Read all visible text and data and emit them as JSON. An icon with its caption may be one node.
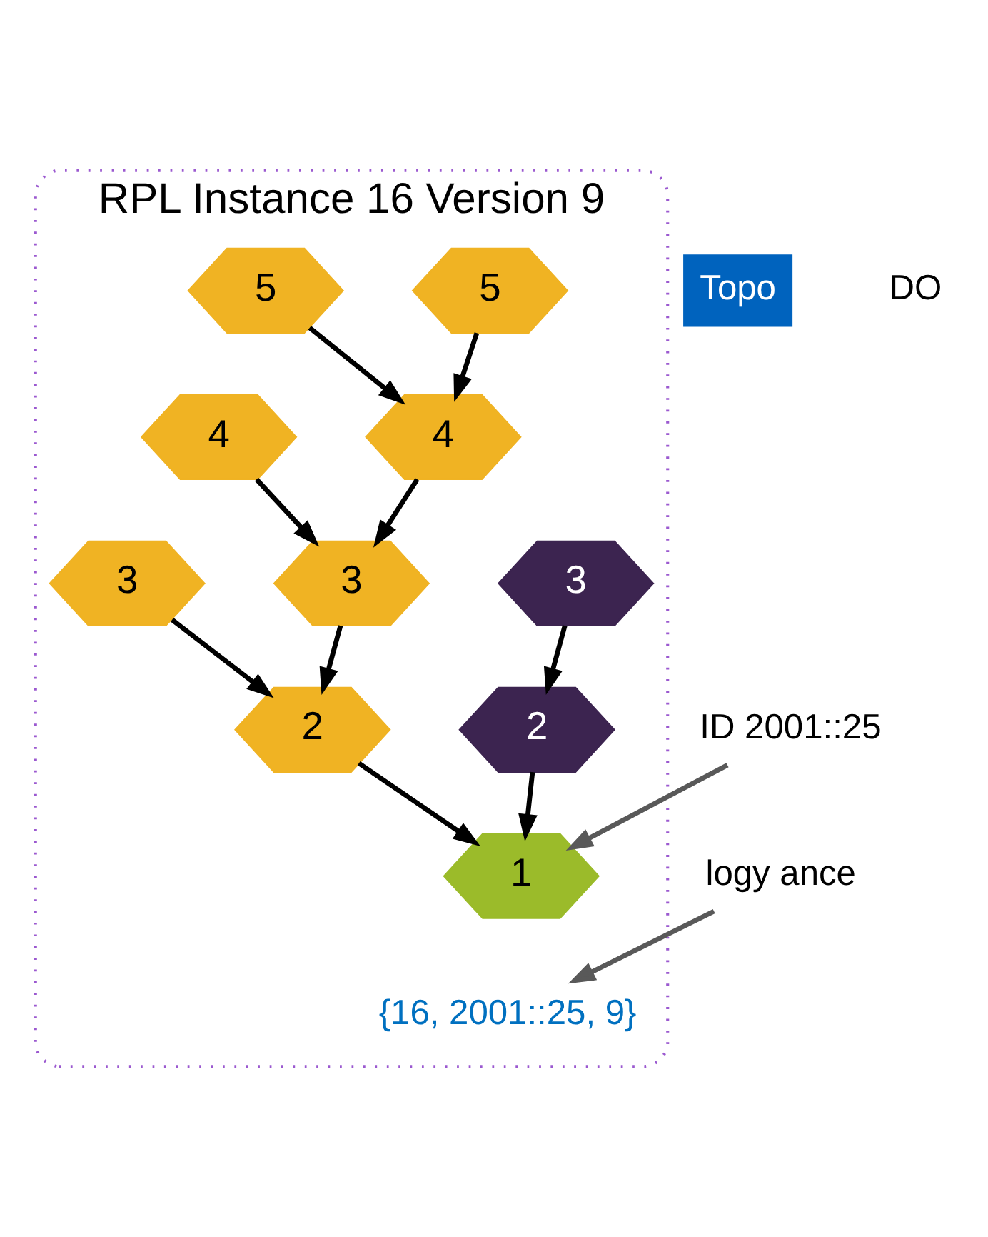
{
  "diagram": {
    "nodes": [
      {
        "text": [
          "RPL Instance 16 Version 9"
        ]
      },
      {
        "text": [
          "5"
        ],
        "in": 0
      },
      {
        "text": [
          "5"
        ],
        "in": 0
      },
      {
        "text": [
          "4"
        ],
        "in": 0
      },
      {
        "text": [
          "4"
        ],
        "in": 0
      },
      {
        "text": [
          "3"
        ],
        "in": 0
      },
      {
        "text": [
          "3"
        ],
        "in": 0
      },
      {
        "text": [
          "3"
        ],
        "in": 0
      },
      {
        "text": [
          "2"
        ],
        "in": 0
      },
      {
        "text": [
          "2"
        ],
        "in": 0
      },
      {
        "text": [
          "1"
        ],
        "in": 0
      },
      {
        "text": [
          "ID 2001::25"
        ]
      },
      {
        "text": [
          "logy ance"
        ]
      },
      {
        "text": [
          "{16, 2001::25, 9}"
        ],
        "in": 0
      },
      {
        "text": [
          "Topo"
        ]
      }
    ],
    "edges": [
      {
        "from": 1,
        "to": 4,
        "arrow": "to"
      },
      {
        "from": 2,
        "to": 4,
        "arrow": "to"
      },
      {
        "from": 3,
        "to": 5,
        "arrow": "to"
      },
      {
        "from": 4,
        "to": 5,
        "arrow": "to"
      },
      {
        "from": 5,
        "to": 8,
        "arrow": "to"
      },
      {
        "from": 7,
        "to": 8,
        "arrow": "to"
      },
      {
        "from": 6,
        "to": 9,
        "arrow": "to"
      },
      {
        "from": 8,
        "to": 10,
        "arrow": "to"
      },
      {
        "from": 9,
        "to": 10,
        "arrow": "to"
      },
      {
        "from": 11,
        "to": 10,
        "arrow": "to",
        "color": "#595959"
      },
      {
        "from": 12,
        "to": 13,
        "arrow": "to",
        "color": "#595959"
      }
    ],
    "labels": [
      "DO"
    ]
  }
}
